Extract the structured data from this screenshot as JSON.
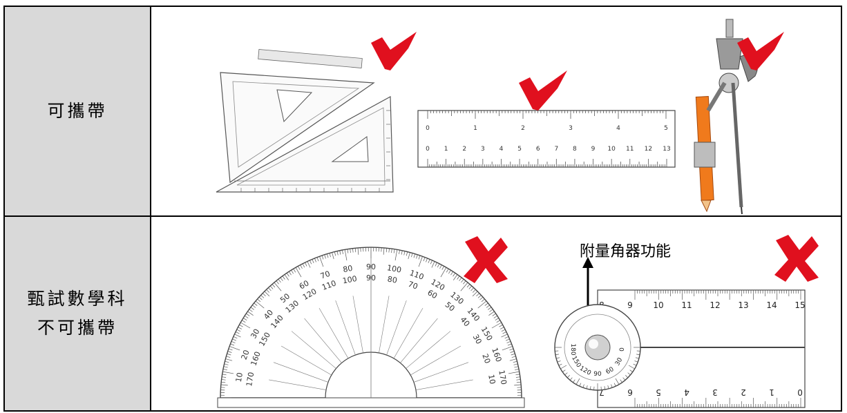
{
  "rows": [
    {
      "label": "可攜帶"
    },
    {
      "label_line1": "甄試數學科",
      "label_line2": "不可攜帶"
    }
  ],
  "annotation": "附量角器功能",
  "ruler": {
    "inch_labels": [
      "0",
      "1",
      "2",
      "3",
      "4",
      "5"
    ],
    "cm_labels": [
      "0",
      "1",
      "2",
      "3",
      "4",
      "5",
      "6",
      "7",
      "8",
      "9",
      "10",
      "11",
      "12",
      "13"
    ]
  },
  "protractor": {
    "outer_labels": [
      "10",
      "20",
      "30",
      "40",
      "50",
      "60",
      "70",
      "80",
      "90",
      "100",
      "110",
      "120",
      "130",
      "140",
      "150",
      "160",
      "170"
    ],
    "inner_labels": [
      "170",
      "160",
      "150",
      "140",
      "130",
      "120",
      "110",
      "100",
      "90",
      "80",
      "70",
      "60",
      "50",
      "40",
      "30",
      "20",
      "10"
    ]
  },
  "combo_ruler": {
    "top_labels": [
      "8",
      "9",
      "10",
      "11",
      "12",
      "13",
      "14",
      "15"
    ],
    "bottom_labels": [
      "7",
      "6",
      "5",
      "4",
      "3",
      "2",
      "1",
      "0"
    ],
    "dial_labels": [
      "180",
      "150",
      "120",
      "90",
      "60",
      "30",
      "0"
    ]
  },
  "marks": {
    "check": "check-mark-icon",
    "cross": "cross-mark-icon"
  },
  "colors": {
    "mark_red": "#e0101e",
    "label_bg": "#d9d9d9",
    "pencil_orange": "#f07a1c"
  }
}
